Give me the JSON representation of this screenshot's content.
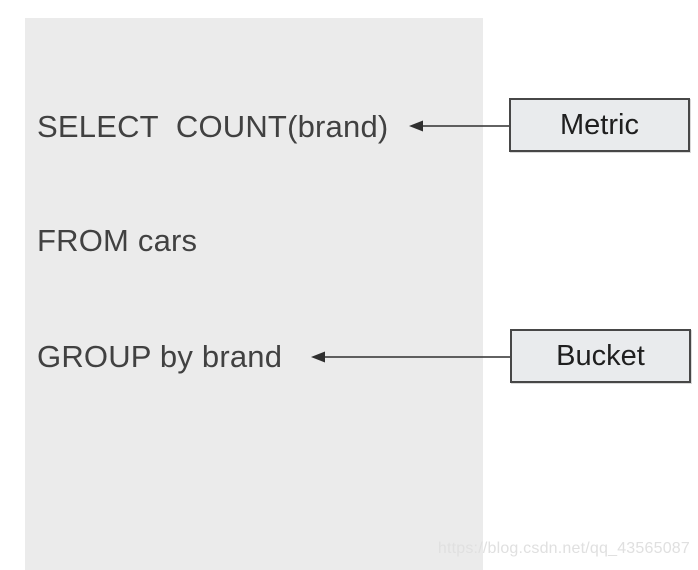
{
  "page": {
    "background": "#ffffff",
    "panel_color": "#ebebeb"
  },
  "sql": {
    "select_line": "SELECT  COUNT(brand)",
    "from_line": "FROM cars",
    "group_line": "GROUP by brand"
  },
  "callouts": {
    "metric_label": "Metric",
    "bucket_label": "Bucket",
    "box_fill": "#e9ebed",
    "box_border": "#474747",
    "arrow_color": "#2f2f2f"
  },
  "watermark": "https://blog.csdn.net/qq_43565087"
}
